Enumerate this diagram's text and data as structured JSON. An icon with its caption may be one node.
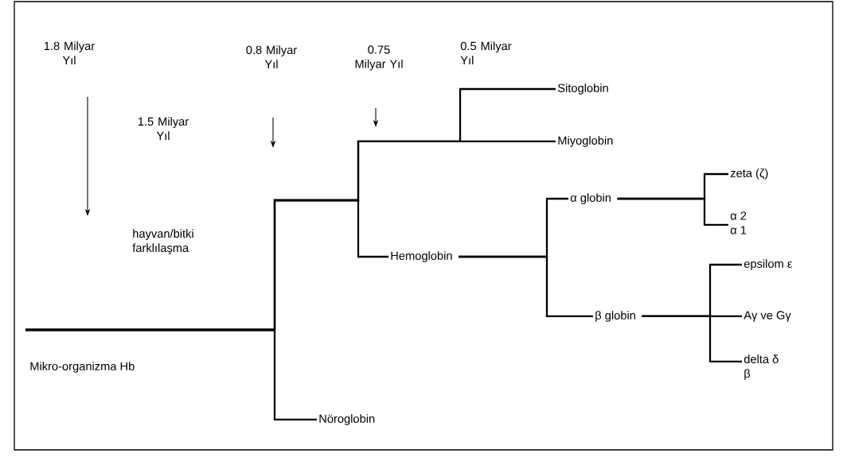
{
  "diagram": {
    "nodes": [
      {
        "text": [
          "Mikro-organizma Hb"
        ]
      },
      {
        "text": [
          "Nöroglobin"
        ]
      },
      {
        "text": [
          "Hemoglobin"
        ]
      },
      {
        "text": [
          "Sitoglobin"
        ]
      },
      {
        "text": [
          "Miyoglobin"
        ]
      },
      {
        "text": [
          "α globin"
        ]
      },
      {
        "text": [
          "β globin"
        ]
      },
      {
        "text": [
          "zeta (ζ)"
        ]
      },
      {
        "text": [
          "α 2",
          "α 1"
        ]
      },
      {
        "text": [
          "epsilom ε"
        ]
      },
      {
        "text": [
          "Aγ  ve Gγ"
        ]
      },
      {
        "text": [
          "delta δ",
          "β"
        ]
      }
    ],
    "edges": [
      {
        "from": 0,
        "to": 1,
        "arrow": "none"
      },
      {
        "from": 0,
        "to": 2,
        "arrow": "none"
      },
      {
        "from": 0,
        "to": 3,
        "arrow": "none"
      },
      {
        "from": 0,
        "to": 4,
        "arrow": "none"
      },
      {
        "from": 2,
        "to": 5,
        "arrow": "none"
      },
      {
        "from": 2,
        "to": 6,
        "arrow": "none"
      },
      {
        "from": 5,
        "to": 7,
        "arrow": "none"
      },
      {
        "from": 5,
        "to": 8,
        "arrow": "none"
      },
      {
        "from": 6,
        "to": 9,
        "arrow": "none"
      },
      {
        "from": 6,
        "to": 10,
        "arrow": "none"
      },
      {
        "from": 6,
        "to": 11,
        "arrow": "none"
      }
    ],
    "labels": [
      "1.8 Milyar Yıl",
      "0.8 Milyar Yıl",
      "0.75 Milyar Yıl",
      "0.5 Milyar Yıl",
      "1.5 Milyar Yıl",
      "hayvan/bitki farklılaşma"
    ]
  }
}
